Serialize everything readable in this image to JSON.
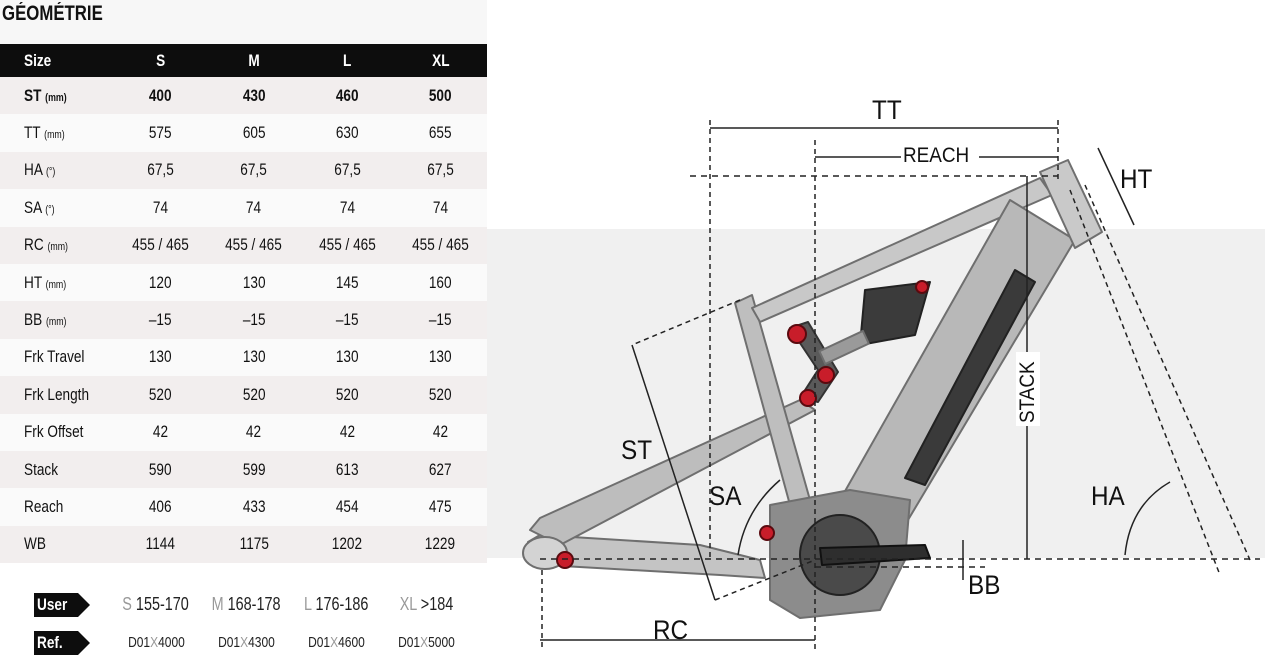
{
  "title": "GÉOMÉTRIE",
  "table": {
    "header": {
      "label": "Size",
      "sizes": [
        "S",
        "M",
        "L",
        "XL"
      ]
    },
    "rows": [
      {
        "label": "ST",
        "unit": "(mm)",
        "values": [
          "400",
          "430",
          "460",
          "500"
        ]
      },
      {
        "label": "TT",
        "unit": "(mm)",
        "values": [
          "575",
          "605",
          "630",
          "655"
        ]
      },
      {
        "label": "HA",
        "unit": "(°)",
        "values": [
          "67,5",
          "67,5",
          "67,5",
          "67,5"
        ]
      },
      {
        "label": "SA",
        "unit": "(°)",
        "values": [
          "74",
          "74",
          "74",
          "74"
        ]
      },
      {
        "label": "RC",
        "unit": "(mm)",
        "values": [
          "455 / 465",
          "455 / 465",
          "455 / 465",
          "455 / 465"
        ]
      },
      {
        "label": "HT",
        "unit": "(mm)",
        "values": [
          "120",
          "130",
          "145",
          "160"
        ]
      },
      {
        "label": "BB",
        "unit": "(mm)",
        "values": [
          "–15",
          "–15",
          "–15",
          "–15"
        ]
      },
      {
        "label": "Frk Travel",
        "unit": "",
        "values": [
          "130",
          "130",
          "130",
          "130"
        ]
      },
      {
        "label": "Frk Length",
        "unit": "",
        "values": [
          "520",
          "520",
          "520",
          "520"
        ]
      },
      {
        "label": "Frk Offset",
        "unit": "",
        "values": [
          "42",
          "42",
          "42",
          "42"
        ]
      },
      {
        "label": "Stack",
        "unit": "",
        "values": [
          "590",
          "599",
          "613",
          "627"
        ]
      },
      {
        "label": "Reach",
        "unit": "",
        "values": [
          "406",
          "433",
          "454",
          "475"
        ]
      },
      {
        "label": "WB",
        "unit": "",
        "values": [
          "1144",
          "1175",
          "1202",
          "1229"
        ]
      }
    ]
  },
  "user": {
    "tag": "User",
    "items": [
      {
        "size": "S",
        "range": "155-170"
      },
      {
        "size": "M",
        "range": "168-178"
      },
      {
        "size": "L",
        "range": "176-186"
      },
      {
        "size": "XL",
        "range": ">184"
      }
    ]
  },
  "ref": {
    "tag": "Ref.",
    "items": [
      {
        "pre": "D01",
        "x": "X",
        "num": "4000"
      },
      {
        "pre": "D01",
        "x": "X",
        "num": "4300"
      },
      {
        "pre": "D01",
        "x": "X",
        "num": "4600"
      },
      {
        "pre": "D01",
        "x": "X",
        "num": "5000"
      }
    ]
  },
  "diagram": {
    "labels": {
      "tt": "TT",
      "reach": "REACH",
      "ht": "HT",
      "stack": "STACK",
      "st": "ST",
      "sa": "SA",
      "ha": "HA",
      "bb": "BB",
      "rc": "RC"
    },
    "colors": {
      "frame": "#b4b4b4",
      "frame_dark": "#8a8a8a",
      "bolt": "#d0202a",
      "band": "#f0f0f0"
    }
  }
}
